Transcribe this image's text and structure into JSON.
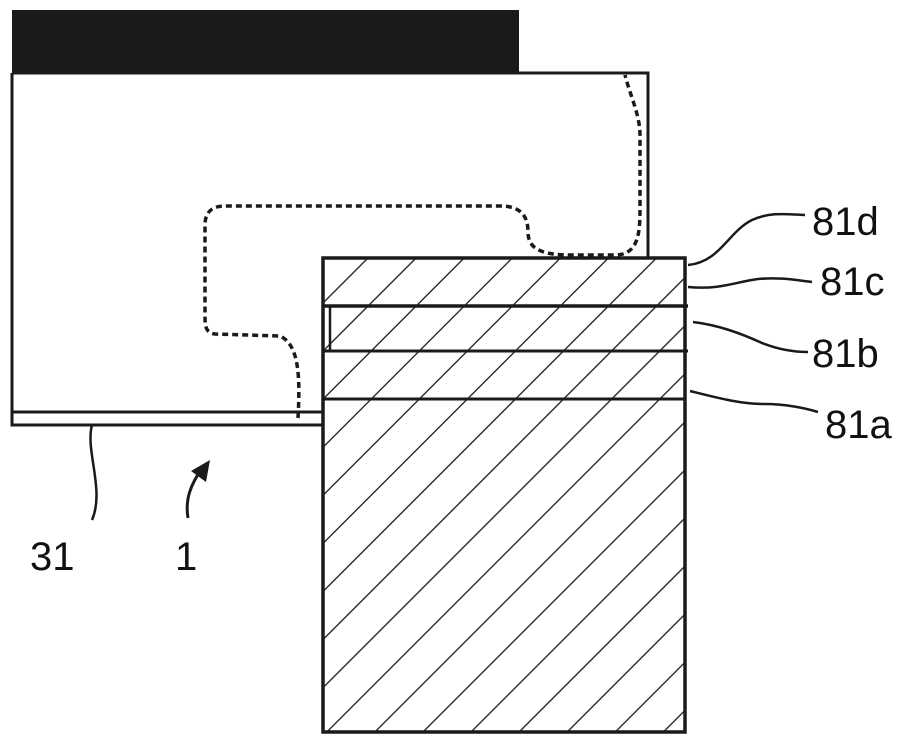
{
  "labels": {
    "l81d": "81d",
    "l81c": "81c",
    "l81b": "81b",
    "l81a": "81a",
    "l31": "31",
    "l1": "1"
  },
  "colors": {
    "line": "#1a1a1a",
    "fill_dark": "#1a1a1a",
    "background": "#ffffff"
  }
}
